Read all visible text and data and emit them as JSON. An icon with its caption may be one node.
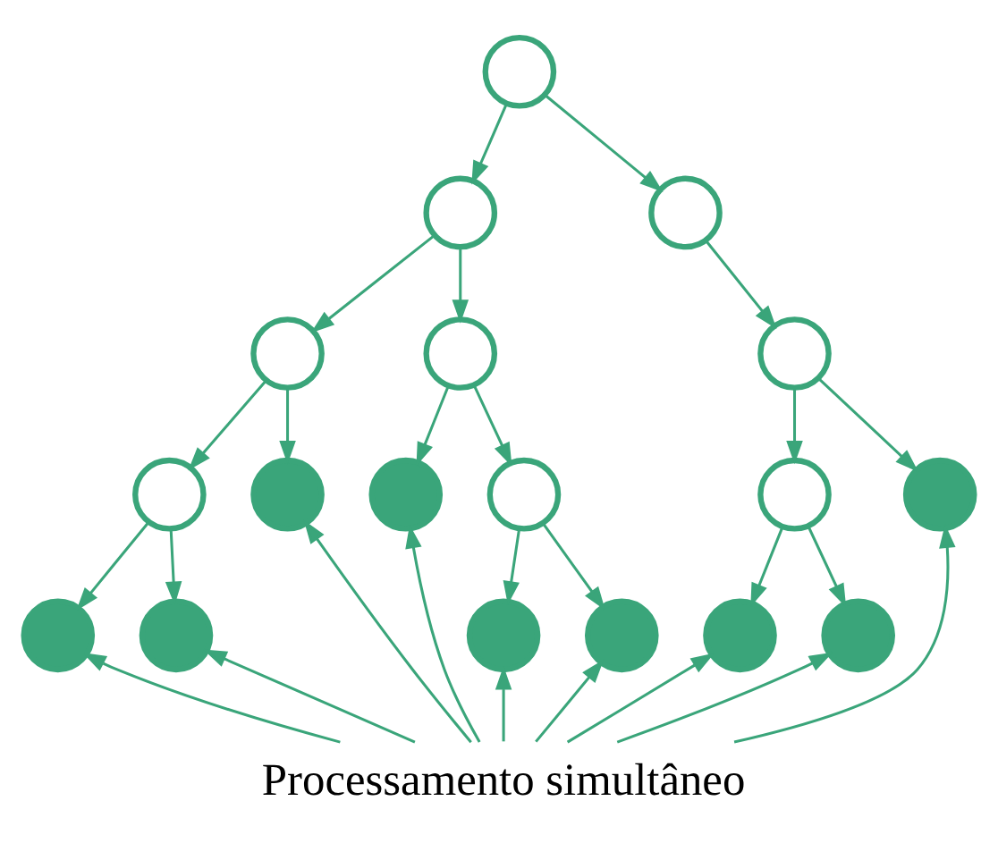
{
  "diagram": {
    "nodes": [
      {
        "text": [],
        "shape": "circle"
      },
      {
        "text": [],
        "shape": "circle"
      },
      {
        "text": [],
        "shape": "circle"
      },
      {
        "text": [],
        "shape": "circle"
      },
      {
        "text": [],
        "shape": "circle"
      },
      {
        "text": [],
        "shape": "circle"
      },
      {
        "text": [],
        "shape": "circle"
      },
      {
        "text": [],
        "shape": "circle"
      },
      {
        "text": [],
        "shape": "circle"
      },
      {
        "text": [],
        "shape": "circle"
      },
      {
        "text": [],
        "shape": "circle"
      },
      {
        "text": [],
        "shape": "circle"
      },
      {
        "text": [],
        "shape": "circle"
      },
      {
        "text": [],
        "shape": "circle"
      },
      {
        "text": [],
        "shape": "circle"
      },
      {
        "text": [],
        "shape": "circle"
      },
      {
        "text": [],
        "shape": "circle"
      },
      {
        "text": [],
        "shape": "circle"
      },
      {
        "text": [
          "Processamento simultâneo"
        ]
      }
    ],
    "edges": [
      {
        "from": 0,
        "to": 1,
        "arrow": "to"
      },
      {
        "from": 0,
        "to": 2,
        "arrow": "to"
      },
      {
        "from": 1,
        "to": 3,
        "arrow": "to"
      },
      {
        "from": 1,
        "to": 4,
        "arrow": "to"
      },
      {
        "from": 2,
        "to": 5,
        "arrow": "to"
      },
      {
        "from": 3,
        "to": 6,
        "arrow": "to"
      },
      {
        "from": 3,
        "to": 7,
        "arrow": "to"
      },
      {
        "from": 4,
        "to": 8,
        "arrow": "to"
      },
      {
        "from": 4,
        "to": 9,
        "arrow": "to"
      },
      {
        "from": 5,
        "to": 10,
        "arrow": "to"
      },
      {
        "from": 5,
        "to": 11,
        "arrow": "to"
      },
      {
        "from": 6,
        "to": 12,
        "arrow": "to"
      },
      {
        "from": 6,
        "to": 13,
        "arrow": "to"
      },
      {
        "from": 9,
        "to": 14,
        "arrow": "to"
      },
      {
        "from": 9,
        "to": 15,
        "arrow": "to"
      },
      {
        "from": 10,
        "to": 16,
        "arrow": "to"
      },
      {
        "from": 10,
        "to": 17,
        "arrow": "to"
      },
      {
        "from": 18,
        "to": 12,
        "arrow": "to"
      },
      {
        "from": 18,
        "to": 13,
        "arrow": "to"
      },
      {
        "from": 18,
        "to": 7,
        "arrow": "to"
      },
      {
        "from": 18,
        "to": 8,
        "arrow": "to"
      },
      {
        "from": 18,
        "to": 14,
        "arrow": "to"
      },
      {
        "from": 18,
        "to": 15,
        "arrow": "to"
      },
      {
        "from": 18,
        "to": 16,
        "arrow": "to"
      },
      {
        "from": 18,
        "to": 17,
        "arrow": "to"
      },
      {
        "from": 18,
        "to": 11,
        "arrow": "to"
      }
    ]
  }
}
